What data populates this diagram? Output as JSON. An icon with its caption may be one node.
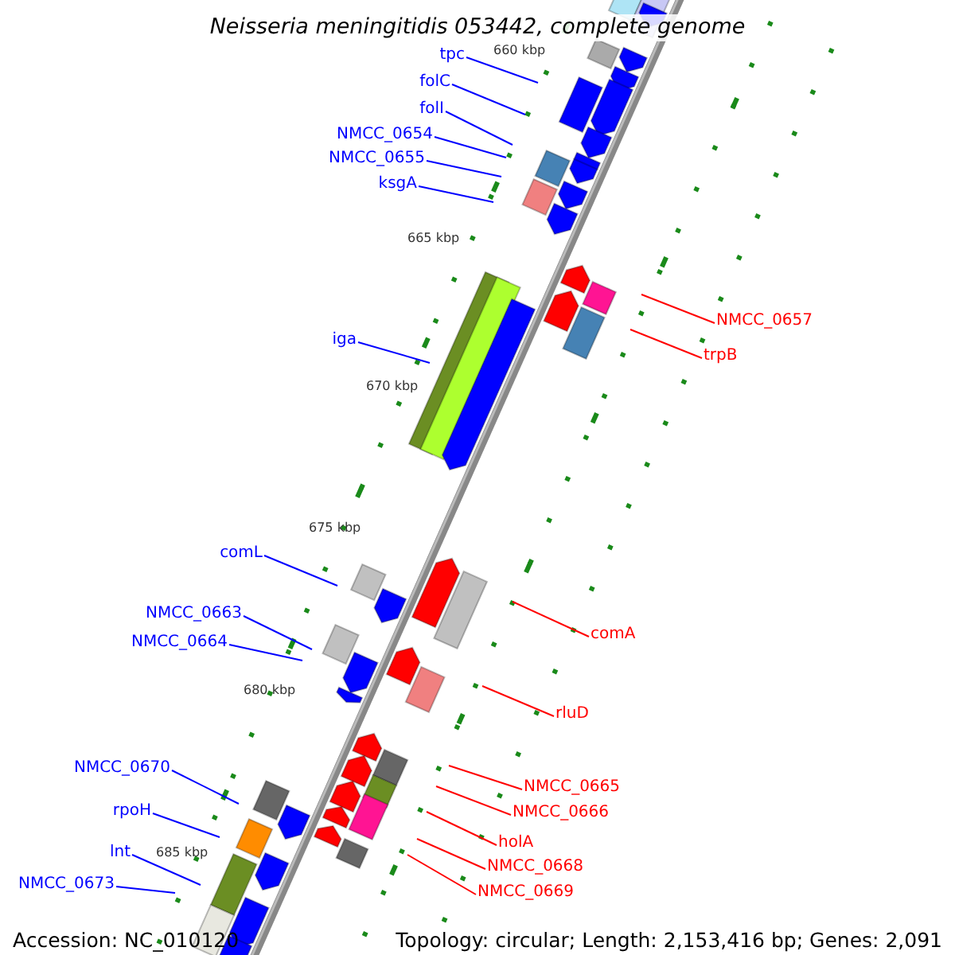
{
  "diagram": {
    "title": "Neisseria meningitidis 053442, complete genome",
    "nodes": [
      {
        "text": [
          "tpc"
        ]
      },
      {
        "text": [
          "folC"
        ]
      },
      {
        "text": [
          "folI"
        ]
      },
      {
        "text": [
          "NMCC_0654"
        ]
      },
      {
        "text": [
          "NMCC_0655"
        ]
      },
      {
        "text": [
          "ksgA"
        ]
      },
      {
        "text": [
          "NMCC_0657"
        ]
      },
      {
        "text": [
          "trpB"
        ]
      },
      {
        "text": [
          "iga"
        ]
      },
      {
        "text": [
          "comL"
        ]
      },
      {
        "text": [
          "comA"
        ]
      },
      {
        "text": [
          "NMCC_0663"
        ]
      },
      {
        "text": [
          "NMCC_0664"
        ]
      },
      {
        "text": [
          "rluD"
        ]
      },
      {
        "text": [
          "NMCC_0670"
        ]
      },
      {
        "text": [
          "NMCC_0665"
        ]
      },
      {
        "text": [
          "NMCC_0666"
        ]
      },
      {
        "text": [
          "rpoH"
        ]
      },
      {
        "text": [
          "holA"
        ]
      },
      {
        "text": [
          "NMCC_0668"
        ]
      },
      {
        "text": [
          "lnt"
        ]
      },
      {
        "text": [
          "NMCC_0669"
        ]
      },
      {
        "text": [
          "NMCC_0673"
        ]
      }
    ],
    "edges": [
      {
        "from": 0,
        "to": null,
        "arrow": "none"
      },
      {
        "from": 1,
        "to": null,
        "arrow": "none"
      },
      {
        "from": 2,
        "to": null,
        "arrow": "none"
      },
      {
        "from": 3,
        "to": null,
        "arrow": "none"
      },
      {
        "from": 4,
        "to": null,
        "arrow": "none"
      },
      {
        "from": 5,
        "to": null,
        "arrow": "none"
      },
      {
        "from": 6,
        "to": null,
        "arrow": "none",
        "color": "#ff0000"
      },
      {
        "from": 7,
        "to": null,
        "arrow": "none",
        "color": "#ff0000"
      },
      {
        "from": 8,
        "to": null,
        "arrow": "none"
      },
      {
        "from": 9,
        "to": null,
        "arrow": "none"
      },
      {
        "from": 10,
        "to": null,
        "arrow": "none",
        "color": "#ff0000"
      },
      {
        "from": 11,
        "to": null,
        "arrow": "none"
      },
      {
        "from": 12,
        "to": null,
        "arrow": "none"
      },
      {
        "from": 13,
        "to": null,
        "arrow": "none",
        "color": "#ff0000"
      },
      {
        "from": 14,
        "to": null,
        "arrow": "none"
      },
      {
        "from": 15,
        "to": null,
        "arrow": "none",
        "color": "#ff0000"
      },
      {
        "from": 16,
        "to": null,
        "arrow": "none",
        "color": "#ff0000"
      },
      {
        "from": 17,
        "to": null,
        "arrow": "none"
      },
      {
        "from": 18,
        "to": null,
        "arrow": "none",
        "color": "#ff0000"
      },
      {
        "from": 19,
        "to": null,
        "arrow": "none",
        "color": "#ff0000"
      },
      {
        "from": 20,
        "to": null,
        "arrow": "none"
      },
      {
        "from": 21,
        "to": null,
        "arrow": "none",
        "color": "#ff0000"
      },
      {
        "from": 22,
        "to": null,
        "arrow": "none"
      }
    ],
    "labels": [
      "660 kbp",
      "665 kbp",
      "670 kbp",
      "675 kbp",
      "680 kbp",
      "685 kbp",
      "Accession: NC_010120",
      "Topology: circular; Length: 2,153,416 bp; Genes: 2,091"
    ]
  }
}
